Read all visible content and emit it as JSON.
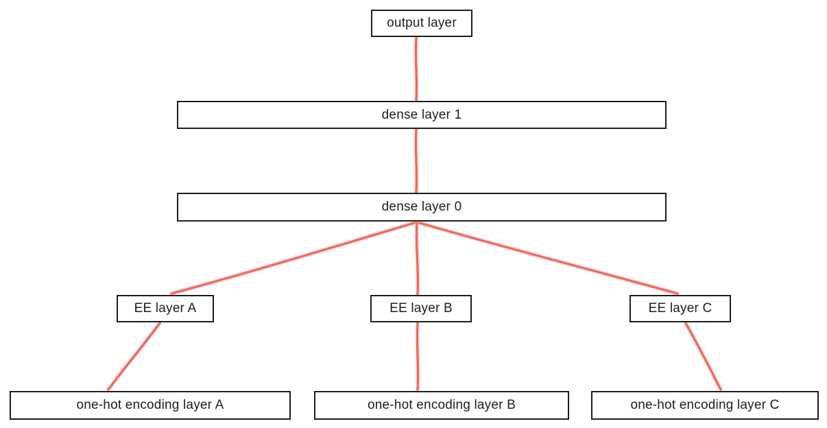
{
  "diagram": {
    "title": "neural network architecture diagram",
    "colors": {
      "edge": "#ed6a5e",
      "box_border": "#1d1d1d",
      "box_fill": "#ffffff",
      "text": "#1d1d1d"
    },
    "nodes": [
      {
        "id": "output",
        "label": "output layer"
      },
      {
        "id": "dense1",
        "label": "dense layer 1"
      },
      {
        "id": "dense0",
        "label": "dense layer 0"
      },
      {
        "id": "eeA",
        "label": "EE layer A"
      },
      {
        "id": "eeB",
        "label": "EE layer B"
      },
      {
        "id": "eeC",
        "label": "EE layer C"
      },
      {
        "id": "onehotA",
        "label": "one-hot encoding layer A"
      },
      {
        "id": "onehotB",
        "label": "one-hot encoding layer B"
      },
      {
        "id": "onehotC",
        "label": "one-hot encoding layer C"
      }
    ],
    "edges": [
      {
        "from": "dense layer 1",
        "to": "output layer"
      },
      {
        "from": "dense layer 0",
        "to": "dense layer 1"
      },
      {
        "from": "EE layer A",
        "to": "dense layer 0"
      },
      {
        "from": "EE layer B",
        "to": "dense layer 0"
      },
      {
        "from": "EE layer C",
        "to": "dense layer 0"
      },
      {
        "from": "one-hot encoding layer A",
        "to": "EE layer A"
      },
      {
        "from": "one-hot encoding layer B",
        "to": "EE layer B"
      },
      {
        "from": "one-hot encoding layer C",
        "to": "EE layer C"
      }
    ]
  }
}
